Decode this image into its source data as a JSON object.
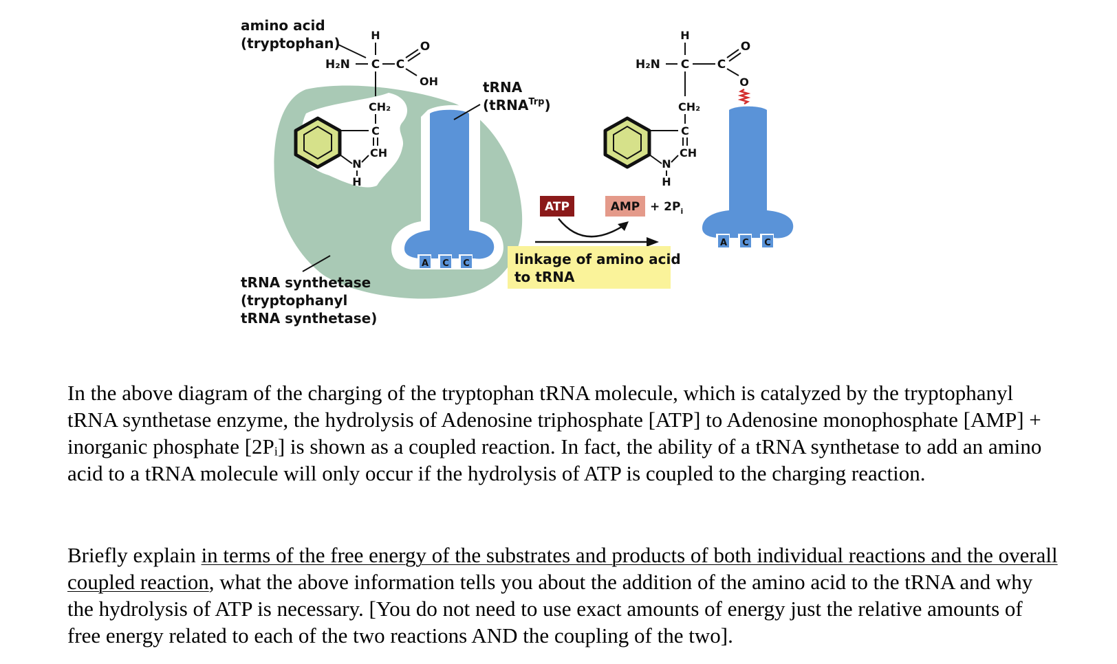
{
  "diagram": {
    "amino_acid_label": "amino acid",
    "amino_acid_name": "(tryptophan)",
    "trna_label": "tRNA",
    "trna_name_prefix": "(tRNA",
    "trna_name_sup": "Trp",
    "trna_name_suffix": ")",
    "synthetase_line1": "tRNA synthetase",
    "synthetase_line2": "(tryptophanyl",
    "synthetase_line3": "tRNA synthetase)",
    "atp_label": "ATP",
    "amp_label": "AMP",
    "pi_label": "+ 2P",
    "pi_sub": "i",
    "reaction_line1": "linkage of amino acid",
    "reaction_line2": "to tRNA",
    "anticodon": [
      "A",
      "C",
      "C"
    ],
    "atoms": {
      "h": "H",
      "h2n": "H₂N",
      "c": "C",
      "o": "O",
      "oh": "OH",
      "ch2": "CH₂",
      "ch": "CH",
      "n": "N"
    },
    "colors": {
      "enzyme": "#a9c9b5",
      "trna": "#5a93d8",
      "ring": "#d6e18a",
      "atp_box": "#8b1a1a",
      "amp_box": "#e49a8a",
      "reaction_box": "#faf39a",
      "ester_bond": "#d32f2f"
    }
  },
  "question": {
    "paragraph1": "In the above diagram of the charging of the tryptophan tRNA molecule, which is catalyzed by the tryptophanyl tRNA synthetase enzyme, the hydrolysis of Adenosine triphosphate [ATP] to Adenosine monophosphate [AMP] + inorganic phosphate [2Pᵢ] is shown as a coupled reaction.  In fact, the ability of a tRNA synthetase to add an amino acid to a tRNA molecule will only occur if the hydrolysis of ATP is coupled to the charging reaction.",
    "p2_start": "Briefly explain ",
    "p2_underlined": "in terms of the free energy of the substrates and products of both individual reactions and the overall coupled reaction",
    "p2_rest": ", what the above information tells you about the addition of the amino acid to the tRNA and why the hydrolysis of ATP is necessary. [You do not need to use exact amounts of energy just the relative amounts of free energy related to each of the two reactions AND the coupling of the two]."
  }
}
